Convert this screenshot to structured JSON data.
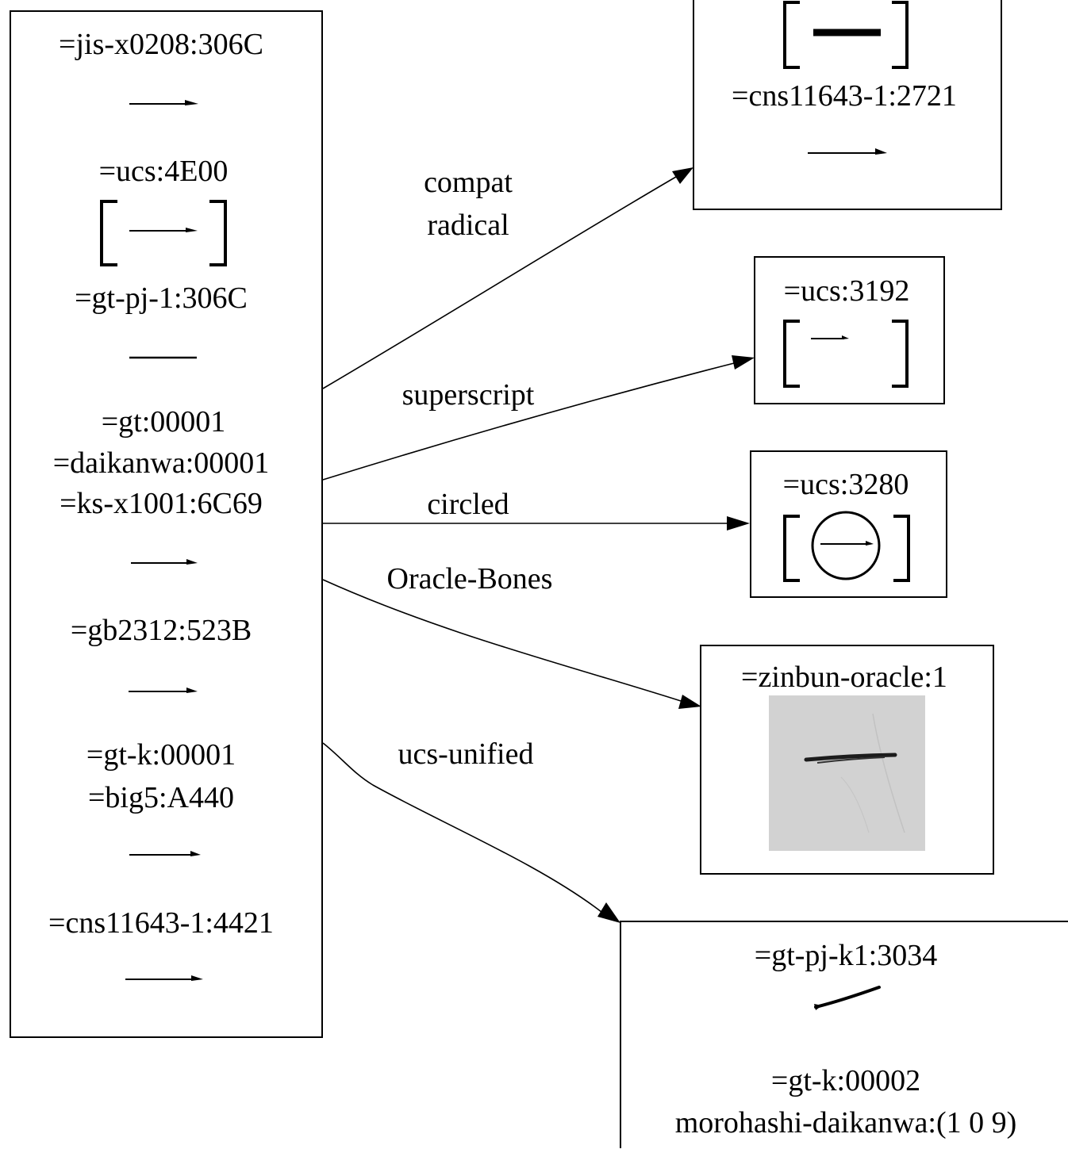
{
  "main_node": {
    "labels": [
      "=jis-x0208:306C",
      "=ucs:4E00",
      "=gt-pj-1:306C",
      "=gt:00001",
      "=daikanwa:00001",
      "=ks-x1001:6C69",
      "=gb2312:523B",
      "=gt-k:00001",
      "=big5:A440",
      "=cns11643-1:4421"
    ]
  },
  "targets": {
    "compat": {
      "label": "=cns11643-1:2721"
    },
    "superscript": {
      "label": "=ucs:3192"
    },
    "circled": {
      "label": "=ucs:3280"
    },
    "oracle": {
      "label": "=zinbun-oracle:1"
    },
    "unified": {
      "label1": "=gt-pj-k1:3034",
      "label2": "=gt-k:00002",
      "label3": "morohashi-daikanwa:(1 0 9)"
    }
  },
  "edges": {
    "compat": {
      "line1": "compat",
      "line2": "radical"
    },
    "superscript": {
      "label": "superscript"
    },
    "circled": {
      "label": "circled"
    },
    "oracle": {
      "label": "Oracle-Bones"
    },
    "unified": {
      "label": "ucs-unified"
    }
  },
  "colors": {
    "line": "#000000",
    "background": "#ffffff",
    "oracle_image": "#d2d2d2"
  }
}
